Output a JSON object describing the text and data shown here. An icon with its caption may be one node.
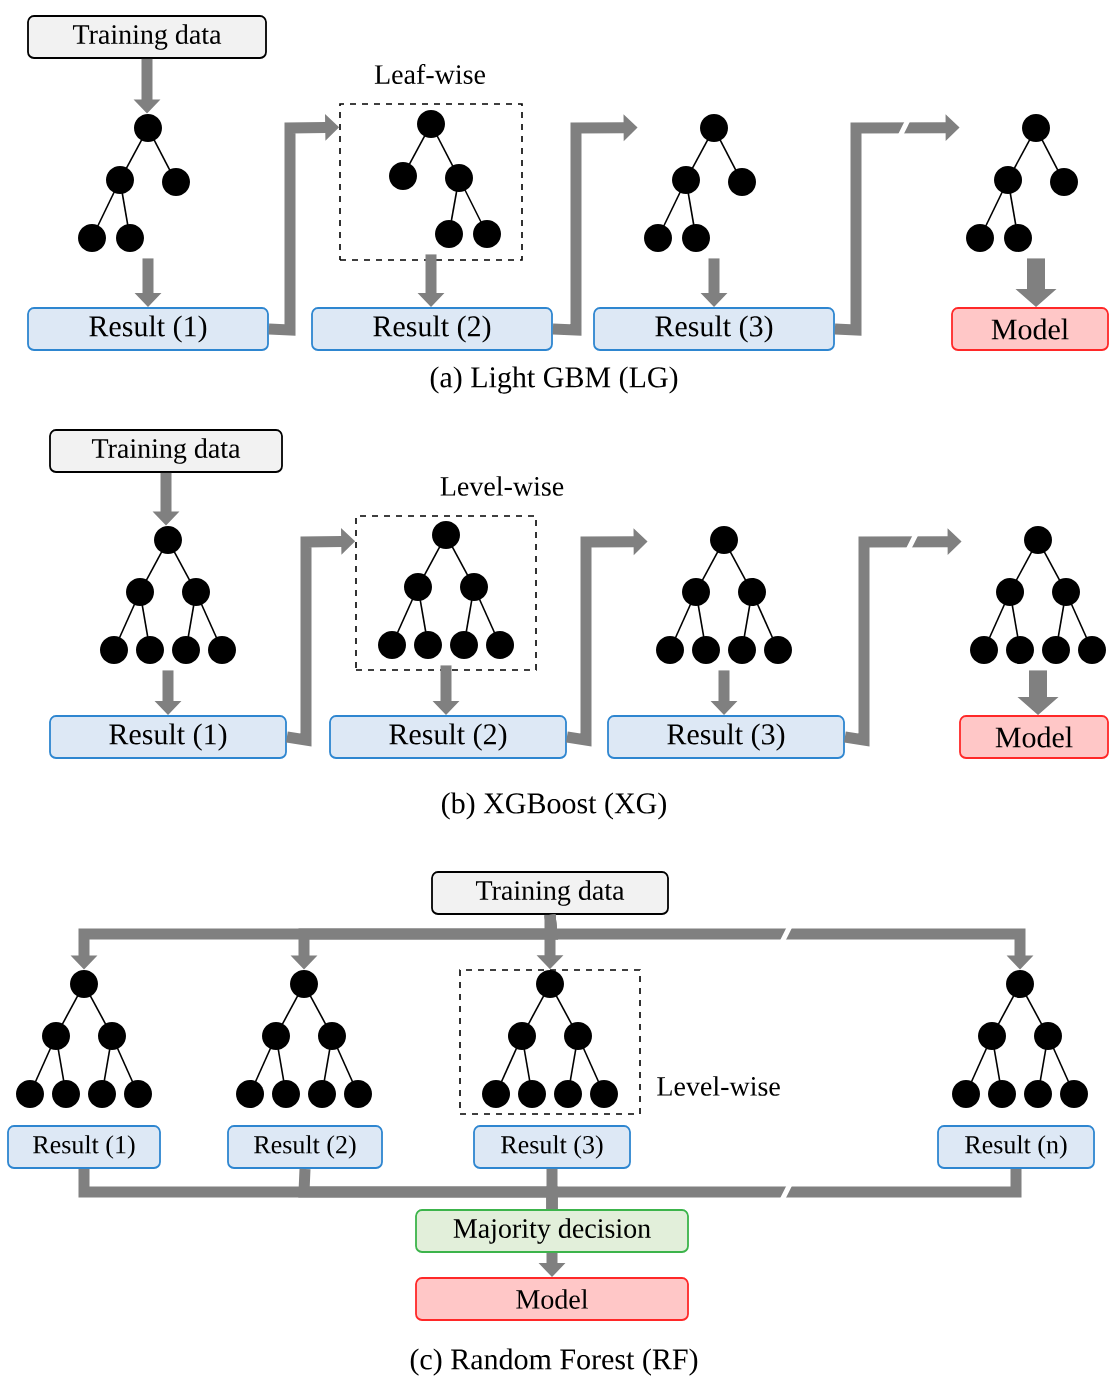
{
  "diagram": {
    "nodes": [
      {
        "text": [
          "Training data"
        ]
      },
      {
        "text": [],
        "shape": "picture"
      },
      {
        "text": [
          "Result (1)"
        ]
      },
      {
        "text": [
          "Leaf-wise"
        ]
      },
      {
        "text": [],
        "shape": "picture",
        "in": 3
      },
      {
        "text": [
          "Result (2)"
        ]
      },
      {
        "text": [],
        "shape": "picture"
      },
      {
        "text": [
          "Result (3)"
        ]
      },
      {
        "text": [],
        "shape": "picture"
      },
      {
        "text": [
          "Model"
        ]
      },
      {
        "text": [
          "Training data"
        ]
      },
      {
        "text": [],
        "shape": "picture"
      },
      {
        "text": [
          "Result (1)"
        ]
      },
      {
        "text": [
          "Level-wise"
        ]
      },
      {
        "text": [],
        "shape": "picture",
        "in": 13
      },
      {
        "text": [
          "Result (2)"
        ]
      },
      {
        "text": [],
        "shape": "picture"
      },
      {
        "text": [
          "Result (3)"
        ]
      },
      {
        "text": [],
        "shape": "picture"
      },
      {
        "text": [
          "Model"
        ]
      },
      {
        "text": [
          "Training data"
        ]
      },
      {
        "text": [],
        "shape": "picture"
      },
      {
        "text": [],
        "shape": "picture"
      },
      {
        "text": [
          "Level-wise"
        ]
      },
      {
        "text": [],
        "shape": "picture",
        "in": 23
      },
      {
        "text": [],
        "shape": "picture"
      },
      {
        "text": [
          "Result (1)"
        ]
      },
      {
        "text": [
          "Result (2)"
        ]
      },
      {
        "text": [
          "Result (3)"
        ]
      },
      {
        "text": [
          "Result (n)"
        ]
      },
      {
        "text": [
          "Majority decision"
        ]
      },
      {
        "text": [
          "Model"
        ]
      }
    ],
    "edges": [
      {
        "from": 0,
        "to": 1,
        "arrow": "to"
      },
      {
        "from": 1,
        "to": 2,
        "arrow": "to"
      },
      {
        "from": 2,
        "to": 3,
        "arrow": "to"
      },
      {
        "from": 4,
        "to": 5,
        "arrow": "to"
      },
      {
        "from": 5,
        "to": 6,
        "arrow": "to"
      },
      {
        "from": 6,
        "to": 7,
        "arrow": "to"
      },
      {
        "from": 7,
        "to": 8,
        "arrow": "to"
      },
      {
        "from": 8,
        "to": 9,
        "arrow": "to"
      },
      {
        "from": 10,
        "to": 11,
        "arrow": "to"
      },
      {
        "from": 11,
        "to": 12,
        "arrow": "to"
      },
      {
        "from": 12,
        "to": 13,
        "arrow": "to"
      },
      {
        "from": 14,
        "to": 15,
        "arrow": "to"
      },
      {
        "from": 15,
        "to": 16,
        "arrow": "to"
      },
      {
        "from": 16,
        "to": 17,
        "arrow": "to"
      },
      {
        "from": 17,
        "to": 18,
        "arrow": "to"
      },
      {
        "from": 18,
        "to": 19,
        "arrow": "to"
      },
      {
        "from": 20,
        "to": 21,
        "arrow": "to"
      },
      {
        "from": 20,
        "to": 22,
        "arrow": "to"
      },
      {
        "from": 20,
        "to": 23,
        "arrow": "to"
      },
      {
        "from": 20,
        "to": 25,
        "arrow": "to"
      },
      {
        "from": 26,
        "to": 30,
        "arrow": "none"
      },
      {
        "from": 27,
        "to": 30,
        "arrow": "none"
      },
      {
        "from": 28,
        "to": 30,
        "arrow": "none"
      },
      {
        "from": 29,
        "to": 30,
        "arrow": "none"
      },
      {
        "from": 30,
        "to": 31,
        "arrow": "to"
      }
    ],
    "labels": [
      "(a) Light GBM (LG)",
      "(b) XGBoost (XG)",
      "(c) Random Forest (RF)"
    ]
  }
}
